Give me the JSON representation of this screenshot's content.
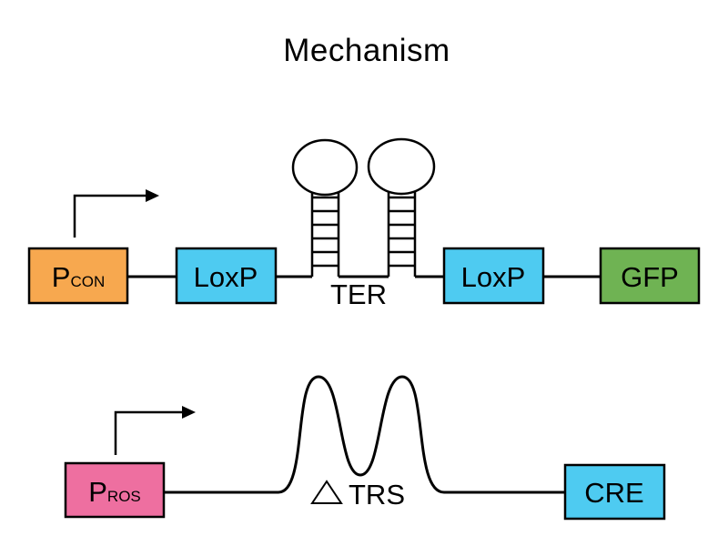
{
  "title": "Mechanism",
  "colors": {
    "pcon_fill": "#F7A84F",
    "loxp_fill": "#4ECBF1",
    "gfp_fill": "#6FB353",
    "pros_fill": "#EE6FA0",
    "cre_fill": "#4ECBF1",
    "line": "#000000"
  },
  "top_row": {
    "promoter_main": "P",
    "promoter_sub": "CON",
    "loxp_left_label": "LoxP",
    "hairpin_label": "TER",
    "loxp_right_label": "LoxP",
    "gene_label": "GFP"
  },
  "bottom_row": {
    "promoter_main": "P",
    "promoter_sub": "ROS",
    "site_label": "TRS",
    "gene_label": "CRE"
  }
}
